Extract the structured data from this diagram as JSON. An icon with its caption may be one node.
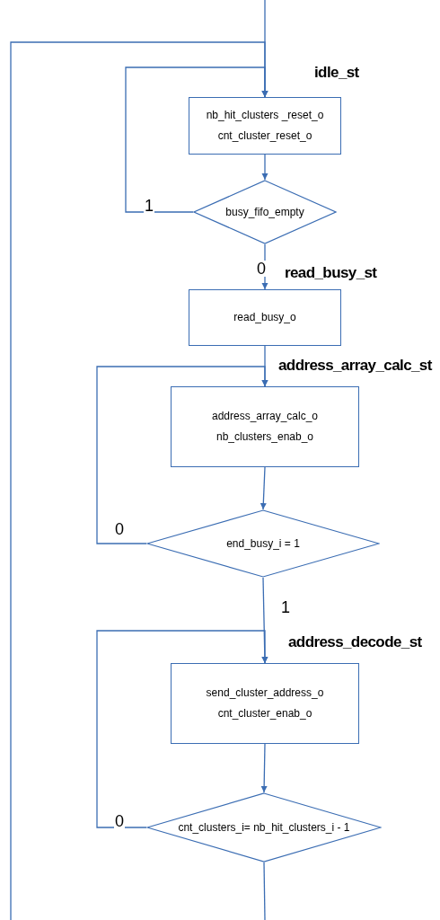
{
  "diagram": {
    "nodes": [
      {
        "text": [
          "nb_hit_clusters _reset_o",
          "cnt_cluster_reset_o"
        ],
        "beside": [
          "idle_st"
        ]
      },
      {
        "text": [
          "busy_fifo_empty"
        ]
      },
      {
        "text": [
          "read_busy_o"
        ],
        "beside": [
          "read_busy_st"
        ]
      },
      {
        "text": [
          "address_array_calc_o",
          "nb_clusters_enab_o"
        ],
        "beside": [
          "address_array_calc_st"
        ]
      },
      {
        "text": [
          "end_busy_i = 1"
        ]
      },
      {
        "text": [
          "send_cluster_address_o",
          "cnt_cluster_enab_o"
        ],
        "beside": [
          "address_decode_st"
        ]
      },
      {
        "text": [
          "cnt_clusters_i= nb_hit_clusters_i - 1"
        ]
      }
    ],
    "edges": [
      {
        "from": null,
        "to": 0,
        "arrow": "to"
      },
      {
        "from": null,
        "to": 0,
        "arrow": "to"
      },
      {
        "from": 1,
        "to": 0,
        "arrow": "to",
        "label": "1"
      },
      {
        "from": 0,
        "to": 1,
        "arrow": "to"
      },
      {
        "from": 1,
        "to": 2,
        "arrow": "to",
        "label": "0"
      },
      {
        "from": 2,
        "to": 3,
        "arrow": "to"
      },
      {
        "from": 4,
        "to": 3,
        "arrow": "to",
        "label": "0"
      },
      {
        "from": 3,
        "to": 4,
        "arrow": "to"
      },
      {
        "from": 4,
        "to": 5,
        "arrow": "to",
        "label": "1"
      },
      {
        "from": 6,
        "to": 5,
        "arrow": "to",
        "label": "0"
      },
      {
        "from": 5,
        "to": 6,
        "arrow": "to"
      },
      {
        "from": 6,
        "to": null,
        "arrow": "none"
      }
    ]
  }
}
